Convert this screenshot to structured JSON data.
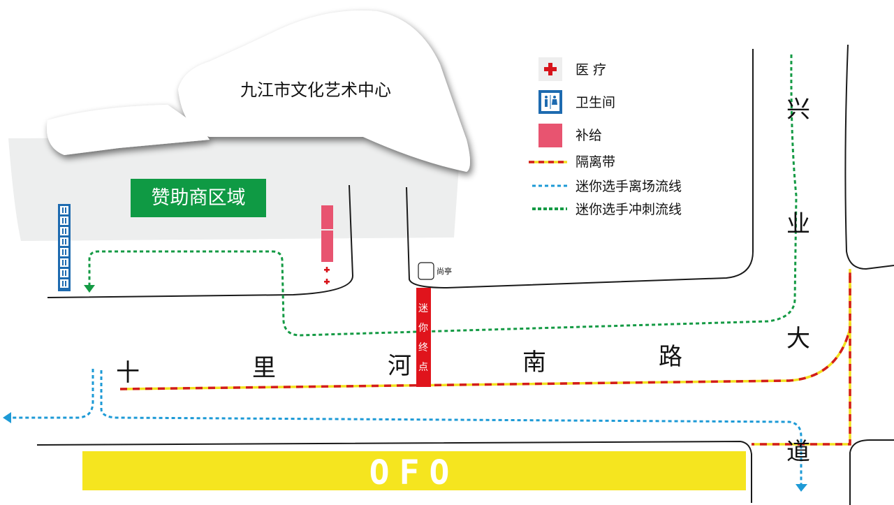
{
  "map": {
    "building_label": "九江市文化艺术中心",
    "sponsor_area_label": "赞助商区域",
    "pavilion_label": "尚亭",
    "finish_label_chars": [
      "迷",
      "你",
      "终",
      "点"
    ],
    "banner_text": "OFO",
    "road_south": [
      "十",
      "里",
      "河",
      "南",
      "路"
    ],
    "road_east": [
      "兴",
      "业",
      "大",
      "道"
    ]
  },
  "legend": {
    "items": [
      {
        "icon": "medical-cross-icon",
        "label": "医 疗"
      },
      {
        "icon": "restroom-icon",
        "label": "卫生间"
      },
      {
        "icon": "supply-block-icon",
        "label": "补给"
      },
      {
        "icon": "barrier-line-icon",
        "label": "隔离带"
      },
      {
        "icon": "exit-route-line-icon",
        "label": "迷你选手离场流线"
      },
      {
        "icon": "sprint-route-line-icon",
        "label": "迷你选手冲刺流线"
      }
    ]
  },
  "colors": {
    "medical": "#d7141b",
    "restroom": "#1e6bb0",
    "supply": "#e85470",
    "barrier_red": "#d21c1c",
    "barrier_yellow": "#f2e11f",
    "exit_route": "#1d9ad6",
    "sprint_route": "#149a44",
    "sponsor_green": "#0f9a44",
    "finish_red": "#e0141c",
    "banner_yellow": "#f5e51f"
  }
}
